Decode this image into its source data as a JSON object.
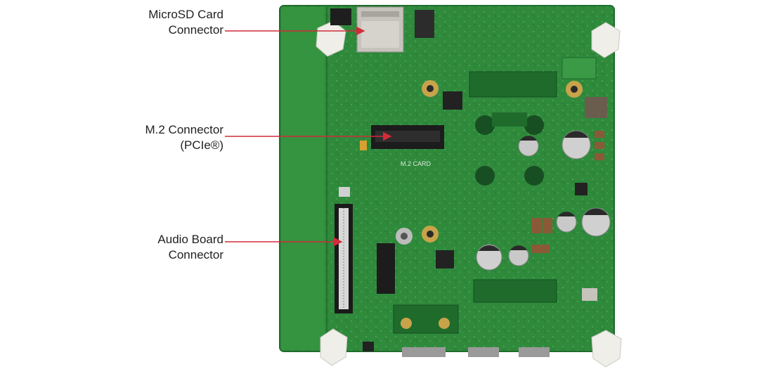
{
  "callouts": {
    "microsd": {
      "line1": "MicroSD Card",
      "line2": "Connector"
    },
    "m2": {
      "line1": "M.2 Connector",
      "line2": "(PCIe®)"
    },
    "audio": {
      "line1": "Audio Board",
      "line2": "Connector"
    }
  },
  "board_marking": "M.2 CARD",
  "colors": {
    "pcb": "#2f8a3c",
    "pcb_dark": "#1f6b2c",
    "arrow": "#d22b3a",
    "standoff": "#efeee8",
    "connector": "#1c1c1c"
  }
}
